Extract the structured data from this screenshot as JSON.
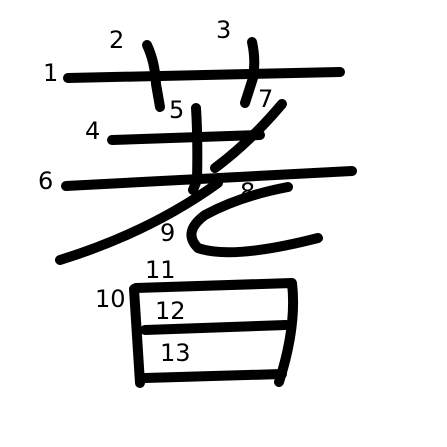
{
  "character": {
    "glyph": "著",
    "stroke_color": "#000000",
    "background": "#ffffff",
    "strokes": [
      {
        "order": "1"
      },
      {
        "order": "2"
      },
      {
        "order": "3"
      },
      {
        "order": "4"
      },
      {
        "order": "5"
      },
      {
        "order": "6"
      },
      {
        "order": "7"
      },
      {
        "order": "8"
      },
      {
        "order": "9"
      },
      {
        "order": "10"
      },
      {
        "order": "11"
      },
      {
        "order": "12"
      },
      {
        "order": "13"
      }
    ]
  }
}
